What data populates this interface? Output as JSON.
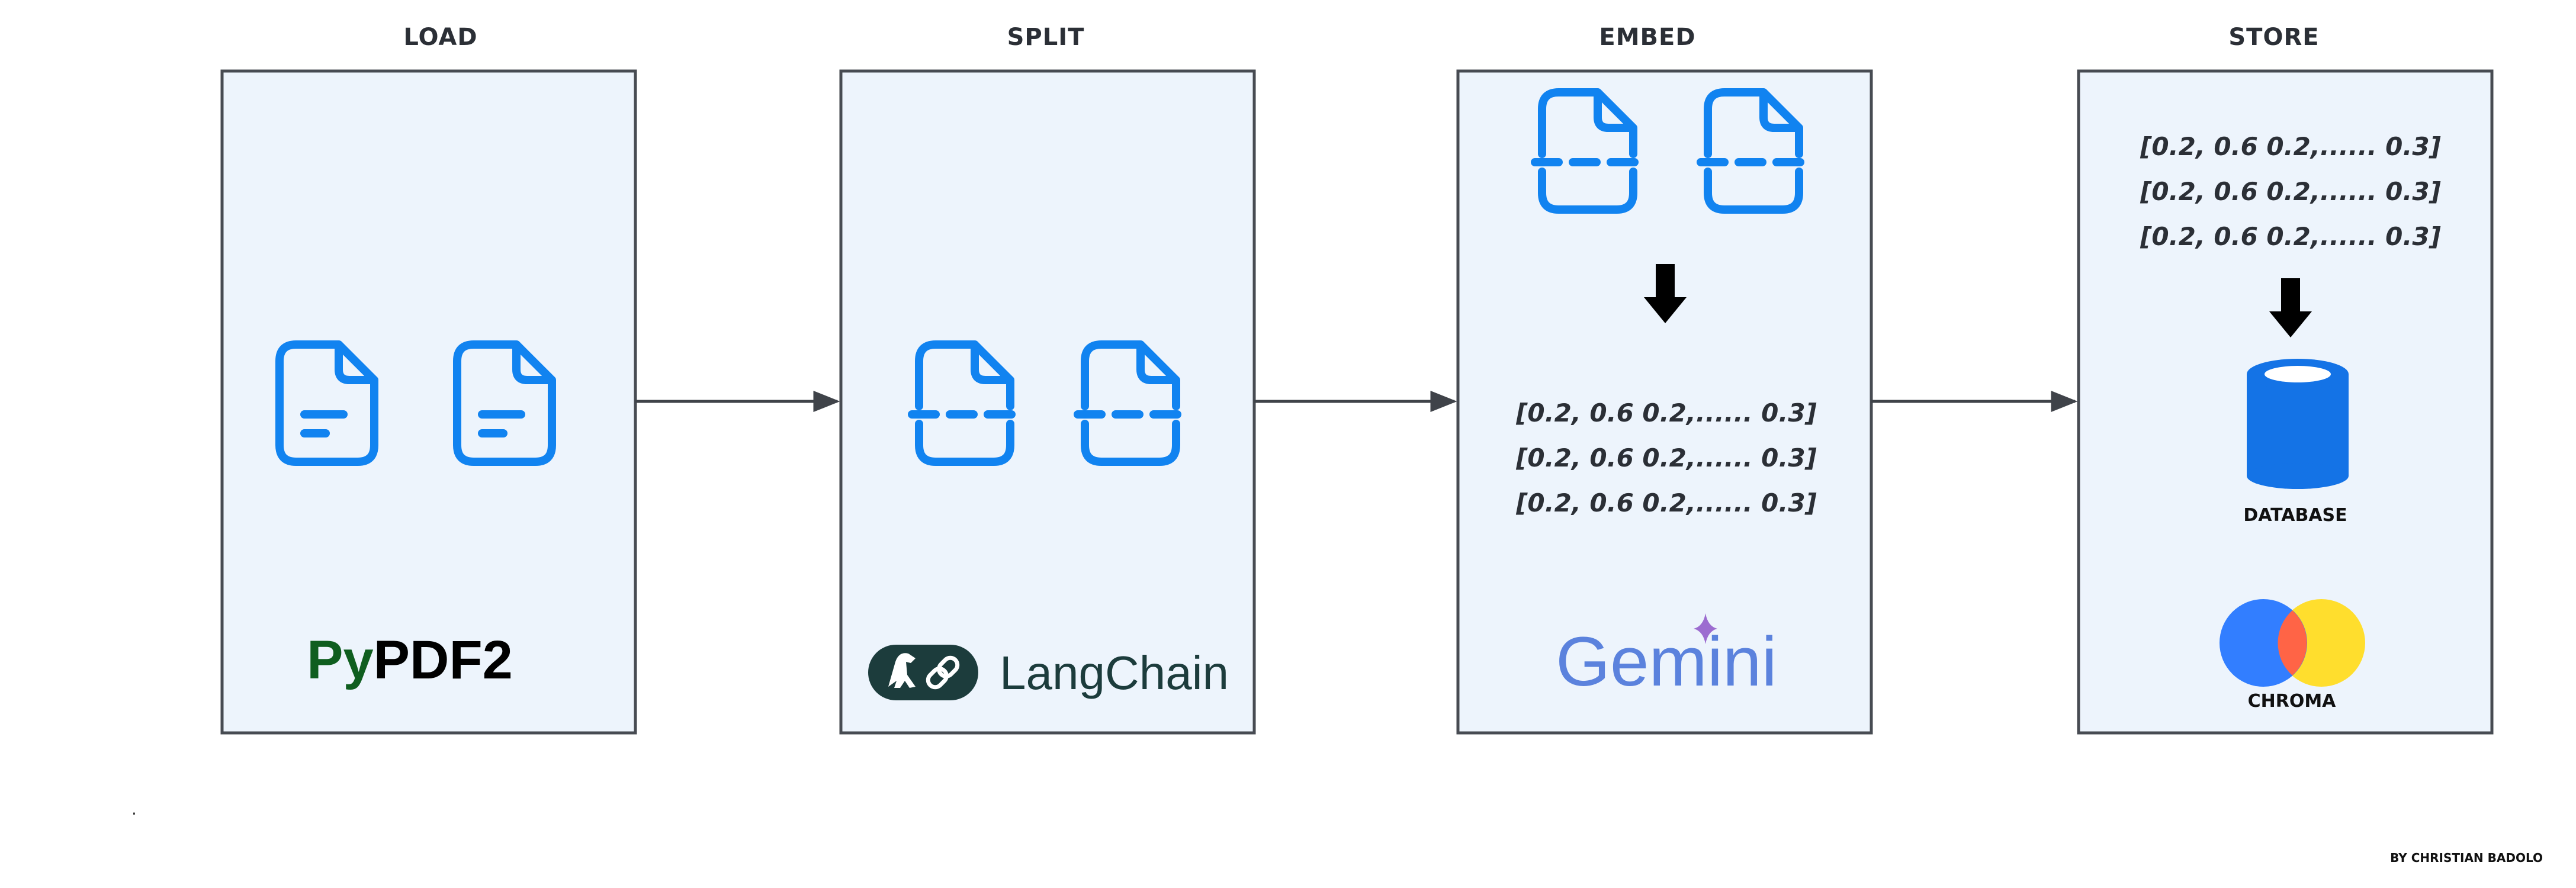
{
  "stages": [
    {
      "id": "load",
      "title": "LOAD",
      "tool": {
        "name_part1": "Py",
        "name_part2": "PDF2",
        "icon": "pypdf2-logo"
      },
      "icons": [
        "document-icon",
        "document-icon"
      ]
    },
    {
      "id": "split",
      "title": "SPLIT",
      "tool": {
        "name": "LangChain",
        "icon": "langchain-logo"
      },
      "icons": [
        "split-document-icon",
        "split-document-icon"
      ]
    },
    {
      "id": "embed",
      "title": "EMBED",
      "tool": {
        "name": "Gemini",
        "icon": "gemini-logo"
      },
      "icons": [
        "split-document-icon",
        "split-document-icon",
        "arrow-down-icon"
      ]
    },
    {
      "id": "store",
      "title": "STORE",
      "tool": {
        "name": "CHROMA",
        "icon": "chroma-logo"
      },
      "icons": [
        "arrow-down-icon",
        "database-icon"
      ]
    }
  ],
  "embed_vectors": [
    "[0.2, 0.6 0.2,...... 0.3]",
    "[0.2, 0.6 0.2,...... 0.3]",
    "[0.2, 0.6 0.2,...... 0.3]"
  ],
  "store_vectors": [
    "[0.2, 0.6 0.2,...... 0.3]",
    "[0.2, 0.6 0.2,...... 0.3]",
    "[0.2, 0.6 0.2,...... 0.3]"
  ],
  "database_label": "DATABASE",
  "stray_mark": ".",
  "credit": "BY CHRISTIAN BADOLO",
  "colors": {
    "box_fill": "#edf4fc",
    "box_stroke": "#474b52",
    "icon_blue": "#1183f0",
    "database_blue": "#1473e6",
    "pypdf_green": "#0f5e1f",
    "langchain_dark": "#1c3c3c",
    "gemini_blue": "#4a86e8",
    "gemini_purple": "#9c6cd0",
    "chroma_blue": "#327eff",
    "chroma_yellow": "#ffde2d",
    "chroma_red": "#ff6446"
  }
}
